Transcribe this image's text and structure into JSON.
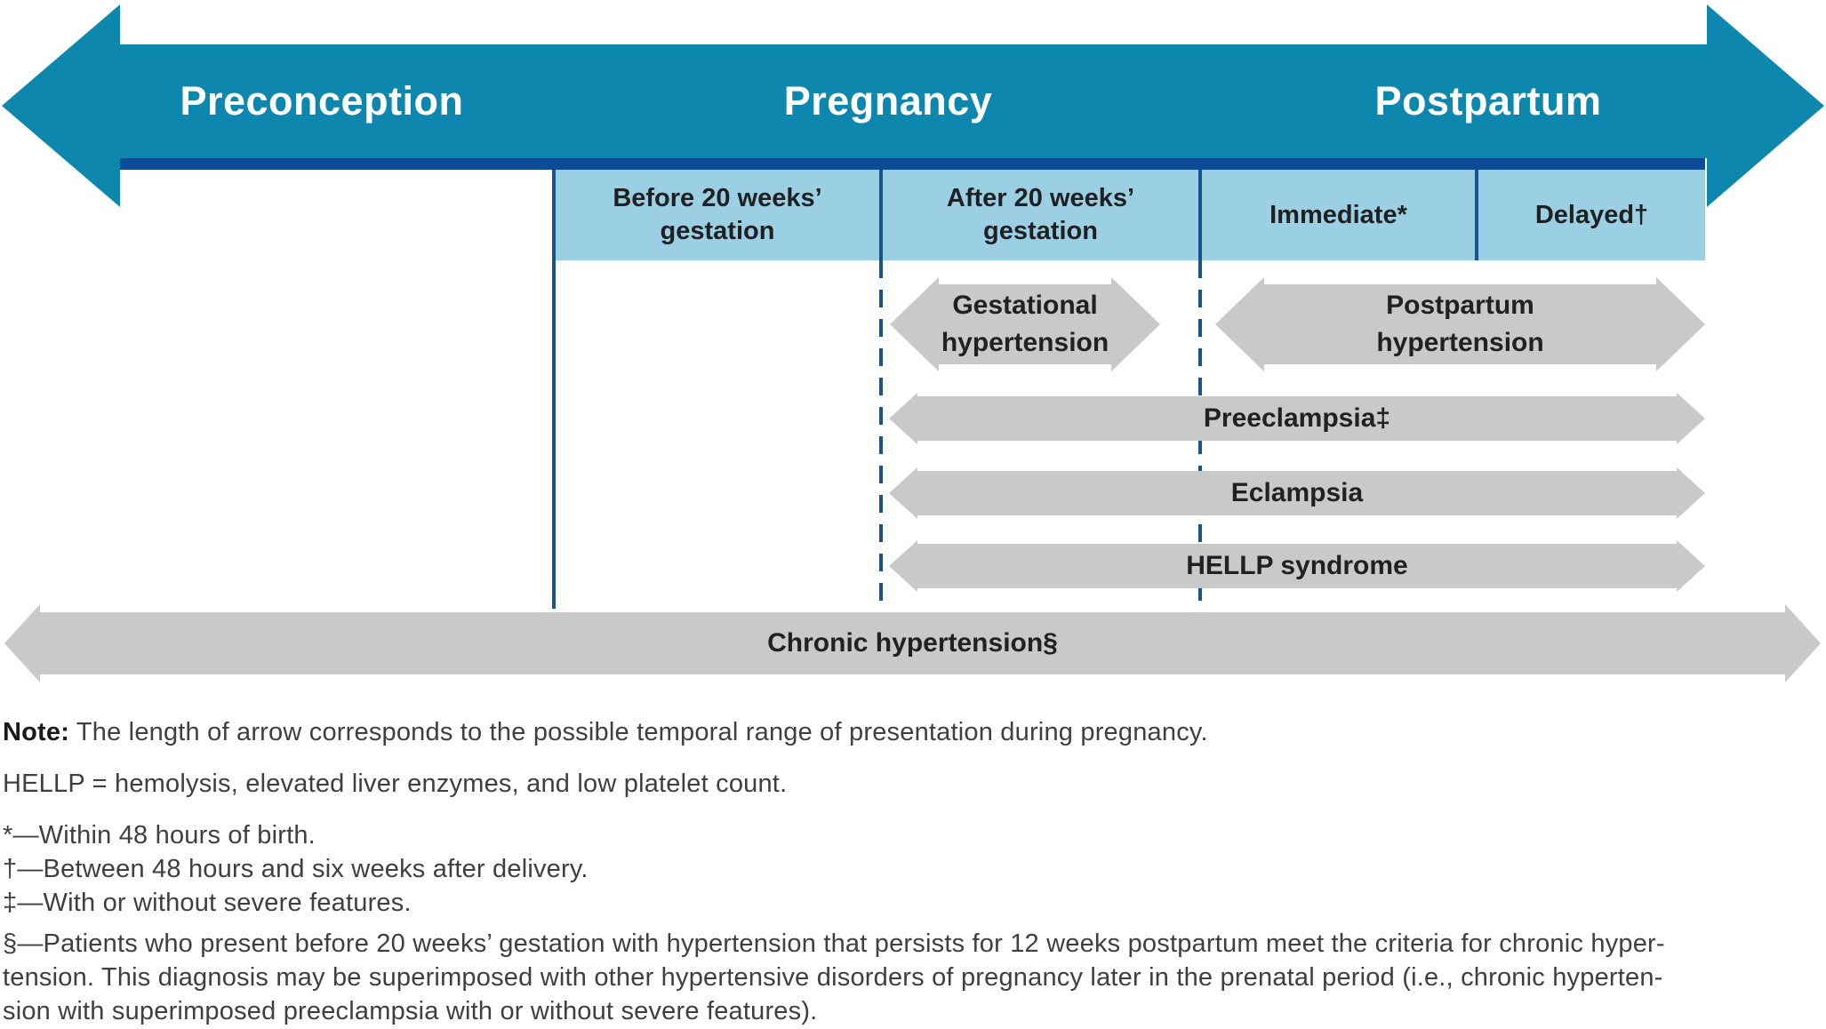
{
  "figure": {
    "phases": [
      "Preconception",
      "Pregnancy",
      "Postpartum"
    ],
    "periods": [
      {
        "lines": [
          "Before 20 weeks’",
          "gestation"
        ]
      },
      {
        "lines": [
          "After 20 weeks’",
          "gestation"
        ]
      },
      {
        "lines": [
          "Immediate*"
        ]
      },
      {
        "lines": [
          "Delayed†"
        ]
      }
    ],
    "conditions": [
      {
        "lines": [
          "Gestational",
          "hypertension"
        ]
      },
      {
        "lines": [
          "Postpartum",
          "hypertension"
        ]
      },
      {
        "lines": [
          "Preeclampsia‡"
        ]
      },
      {
        "lines": [
          "Eclampsia"
        ]
      },
      {
        "lines": [
          "HELLP syndrome"
        ]
      },
      {
        "lines": [
          "Chronic hypertension§"
        ]
      }
    ],
    "colors": {
      "teal": "#0d87ad",
      "navy": "#0b4c97",
      "light_blue": "#9bcfe3",
      "arrow_gray": "#c9c9c9",
      "line_blue": "#17548e"
    }
  },
  "notes": {
    "note_label": "Note:",
    "note_text": "The length of arrow corresponds to the possible temporal range of presentation during pregnancy.",
    "hellp_definition": "HELLP = hemolysis, elevated liver enzymes, and low platelet count.",
    "footnote_lines": [
      "*—Within 48 hours of birth.",
      "†—Between 48 hours and six weeks after delivery.",
      "‡—With or without severe features.",
      "§—Patients who present before 20 weeks’ gestation with hypertension that persists for 12 weeks postpartum meet the criteria for chronic hyper-",
      "tension. This diagnosis may be superimposed with other hypertensive disorders of pregnancy later in the prenatal period (i.e., chronic hyperten-",
      "sion with superimposed preeclampsia with or without severe features)."
    ]
  }
}
